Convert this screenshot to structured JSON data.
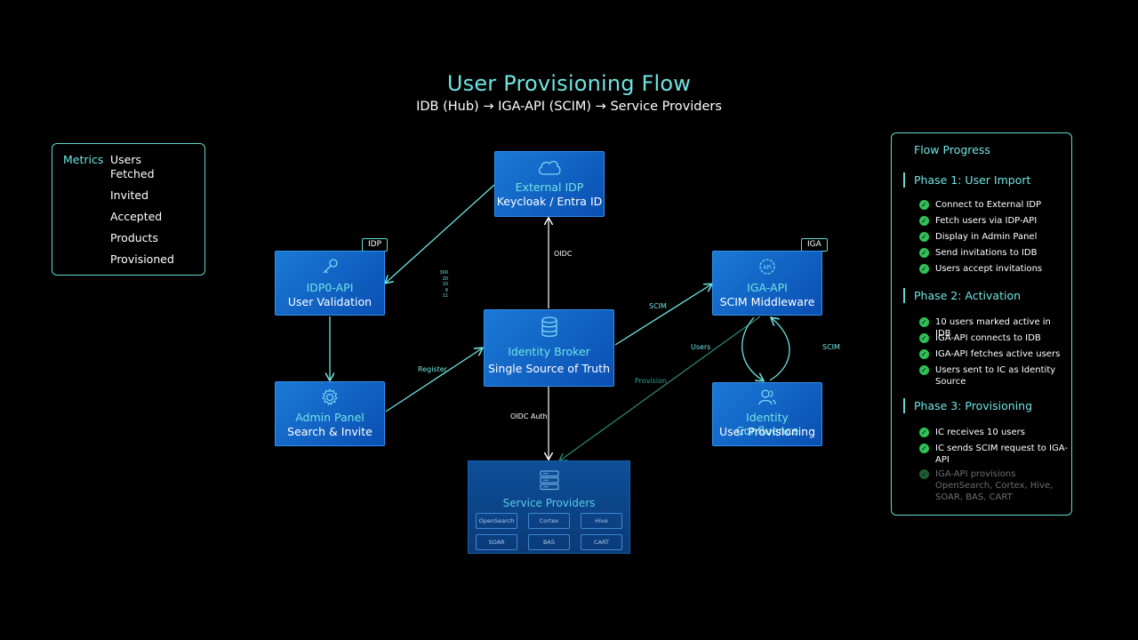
{
  "header": {
    "title": "User Provisioning Flow",
    "subtitle": "IDB (Hub) → IGA-API (SCIM) → Service Providers"
  },
  "metrics": {
    "label": "Metrics",
    "items": [
      "Users",
      "Fetched",
      "Invited",
      "Accepted",
      "Products",
      "Provisioned"
    ]
  },
  "nodes": {
    "external_idp": {
      "name": "External IDP",
      "sub": "Keycloak / Entra ID",
      "icon": "cloud-icon"
    },
    "idp_api": {
      "name": "IDP0-API",
      "sub": "User Validation",
      "icon": "key-icon",
      "badge": "IDP"
    },
    "admin_panel": {
      "name": "Admin Panel",
      "sub": "Search & Invite",
      "icon": "gear-icon"
    },
    "identity_broker": {
      "name": "Identity Broker",
      "sub": "Single Source of Truth",
      "icon": "database-icon"
    },
    "iga_api": {
      "name": "IGA-API",
      "sub": "SCIM Middleware",
      "icon": "api-gear-icon",
      "badge": "IGA"
    },
    "identity_confluence": {
      "name": "Identity Confluence",
      "sub": "User Provisioning",
      "icon": "users-icon"
    },
    "service_providers": {
      "name": "Service Providers",
      "icon": "server-stack-icon",
      "products": [
        "OpenSearch",
        "Cortex",
        "Hive",
        "SOAR",
        "BAS",
        "CART"
      ]
    }
  },
  "edges": {
    "oidc": "OIDC",
    "scim_top": "SCIM",
    "register": "Register",
    "users": "Users",
    "scim_right": "SCIM",
    "provision": "Provision",
    "oidc_auth": "OIDC Auth"
  },
  "ticks": [
    "300",
    "20",
    "10",
    "6",
    "11"
  ],
  "progress": {
    "title": "Flow Progress",
    "phases": [
      {
        "title": "Phase 1: User Import",
        "steps": [
          {
            "text": "Connect to External IDP",
            "done": true
          },
          {
            "text": "Fetch users via IDP-API",
            "done": true
          },
          {
            "text": "Display in Admin Panel",
            "done": true
          },
          {
            "text": "Send invitations to IDB",
            "done": true
          },
          {
            "text": "Users accept invitations",
            "done": true
          }
        ]
      },
      {
        "title": "Phase 2: Activation",
        "steps": [
          {
            "text": "10 users marked active in IDB",
            "done": true
          },
          {
            "text": "IGA-API connects to IDB",
            "done": true
          },
          {
            "text": "IGA-API fetches active users",
            "done": true
          },
          {
            "text": "Users sent to IC as Identity Source",
            "done": true
          }
        ]
      },
      {
        "title": "Phase 3: Provisioning",
        "steps": [
          {
            "text": "IC receives 10 users",
            "done": true
          },
          {
            "text": "IC sends SCIM request to IGA-API",
            "done": true
          },
          {
            "text": "IGA-API provisions OpenSearch, Cortex, Hive, SOAR, BAS, CART",
            "done": false
          }
        ]
      }
    ]
  },
  "colors": {
    "accent": "#6fe3e0",
    "border": "#5fd9cf",
    "node_blue": "#1b79d6",
    "check_green": "#2fc15a"
  }
}
